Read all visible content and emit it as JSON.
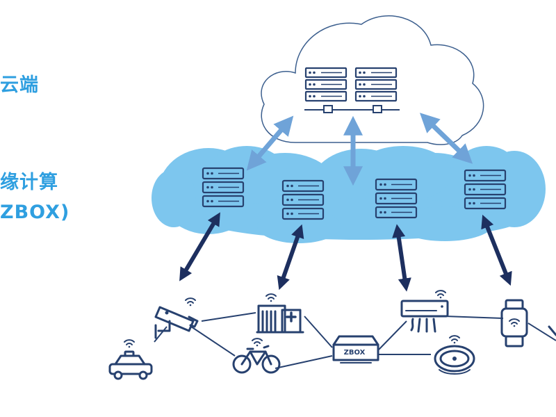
{
  "labels": {
    "cloud": "云端",
    "edge_line1": "缘计算",
    "edge_line2": "ZBOX)"
  },
  "hub_label": "ZBOX",
  "colors": {
    "label_blue": "#2f9fe0",
    "edge_cloud": "#7dc6ee",
    "cloud_outline": "#3c5f8e",
    "icon_navy": "#27416f",
    "arrow_light": "#6fa3d8",
    "arrow_dark": "#1d2f5f"
  },
  "nodes": {
    "cloud_servers": [
      "server-rack-left-icon",
      "server-rack-right-icon"
    ],
    "edge_servers": [
      "edge-server-1-icon",
      "edge-server-2-icon",
      "edge-server-3-icon",
      "edge-server-4-icon"
    ],
    "devices": [
      "security-camera-icon",
      "taxi-icon",
      "hospital-building-icon",
      "bicycle-icon",
      "zbox-hub-icon",
      "air-conditioner-icon",
      "robot-vacuum-icon",
      "smartwatch-icon"
    ]
  }
}
